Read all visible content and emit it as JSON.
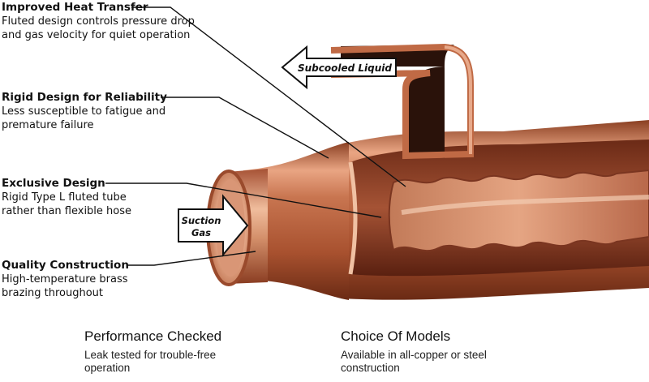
{
  "callouts": [
    {
      "title": "Improved Heat Transfer",
      "desc": "Fluted design controls pressure drop\nand gas velocity for quiet operation"
    },
    {
      "title": "Rigid Design for Reliability",
      "desc": "Less susceptible to fatigue and\npremature failure"
    },
    {
      "title": "Exclusive Design",
      "desc": "Rigid Type L fluted tube\nrather than flexible hose"
    },
    {
      "title": "Quality Construction",
      "desc": "High-temperature brass\nbrazing throughout"
    }
  ],
  "flow_labels": {
    "subcooled": "Subcooled Liquid",
    "suction_line1": "Suction",
    "suction_line2": "Gas"
  },
  "bottom": [
    {
      "title": "Performance Checked",
      "desc": "Leak tested for trouble-free\noperation"
    },
    {
      "title": "Choice Of Models",
      "desc": "Available in all-copper or steel\nconstruction"
    }
  ],
  "colors": {
    "copper": "#c06a45",
    "copper_light": "#f2c2a2",
    "copper_dark": "#6e2e18"
  }
}
